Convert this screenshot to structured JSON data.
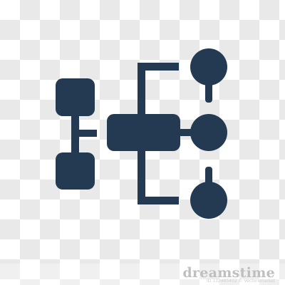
{
  "icon": {
    "name": "flowchart-icon",
    "color": "#243a52",
    "background": "transparent-checkerboard"
  },
  "watermark": {
    "brand": "dreamstime",
    "id_text": "ID 132485402 © Vectorsmarket"
  }
}
